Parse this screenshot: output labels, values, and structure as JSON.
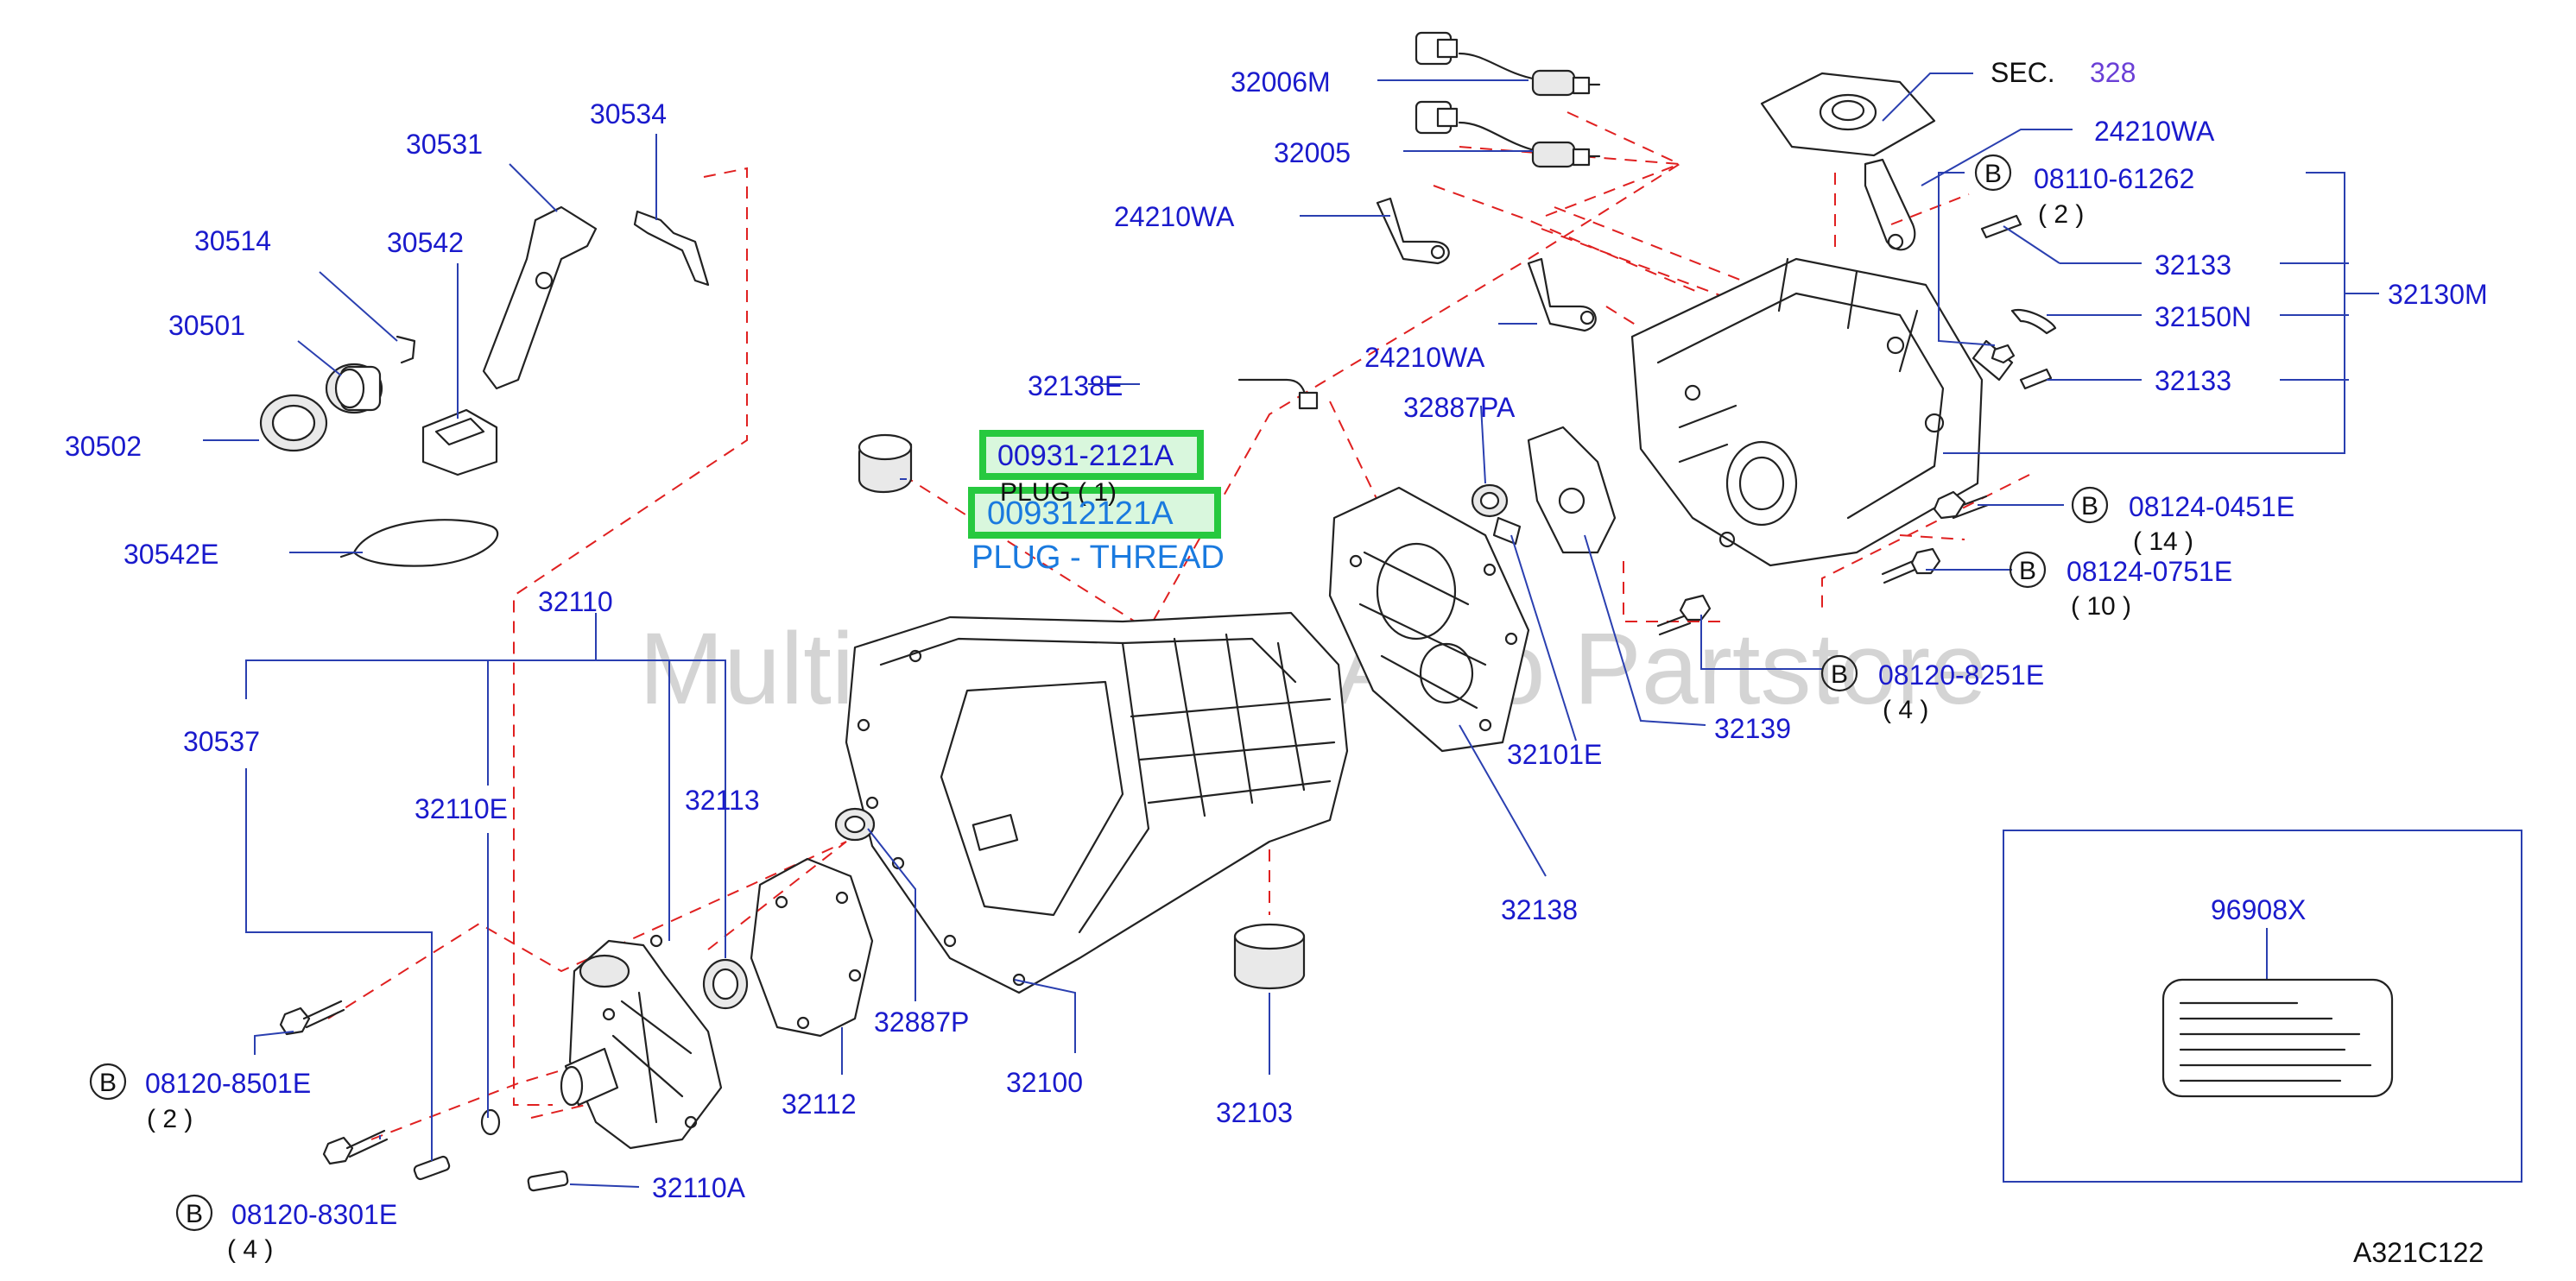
{
  "diagram": {
    "watermark": "Multi-Merchant Auto Partstore",
    "code": "A321C122",
    "sec": {
      "prefix": "SEC.",
      "number": "328"
    },
    "parts": {
      "p32006M": "32006M",
      "p32005": "32005",
      "p24210WA_a": "24210WA",
      "p24210WA_b": "24210WA",
      "p24210WA_c": "24210WA",
      "p08110": "08110-61262",
      "p08110_qty": "( 2 )",
      "p32133_a": "32133",
      "p32133_b": "32133",
      "p32150N": "32150N",
      "p32130M": "32130M",
      "p30531": "30531",
      "p30534": "30534",
      "p30514": "30514",
      "p30542": "30542",
      "p30501": "30501",
      "p30502": "30502",
      "p30542E": "30542E",
      "p32138E": "32138E",
      "p00931": "00931-2121A",
      "plug_sub": "PLUG ( 1)",
      "p009312121A": "009312121A",
      "plug_thread": "PLUG - THREAD",
      "p32887PA": "32887PA",
      "p08124_0451E": "08124-0451E",
      "p08124_0451E_qty": "( 14 )",
      "p08124_0751E": "08124-0751E",
      "p08124_0751E_qty": "( 10 )",
      "p08120_8251E": "08120-8251E",
      "p08120_8251E_qty": "( 4 )",
      "p32139": "32139",
      "p32101E": "32101E",
      "p32110": "32110",
      "p30537": "30537",
      "p32110E": "32110E",
      "p32113": "32113",
      "p32138": "32138",
      "p96908X": "96908X",
      "p32887P": "32887P",
      "p32112": "32112",
      "p32100": "32100",
      "p32103": "32103",
      "p08120_8501E": "08120-8501E",
      "p08120_8501E_qty": "( 2 )",
      "p08120_8301E": "08120-8301E",
      "p08120_8301E_qty": "( 4 )",
      "p32110A": "32110A"
    },
    "bolt_marker": "B",
    "colors": {
      "label": "#1a1acc",
      "leader": "#2a3fb0",
      "dashed": "#e02020",
      "highlight": "#27c93f",
      "plug_text": "#1a7adf"
    }
  }
}
